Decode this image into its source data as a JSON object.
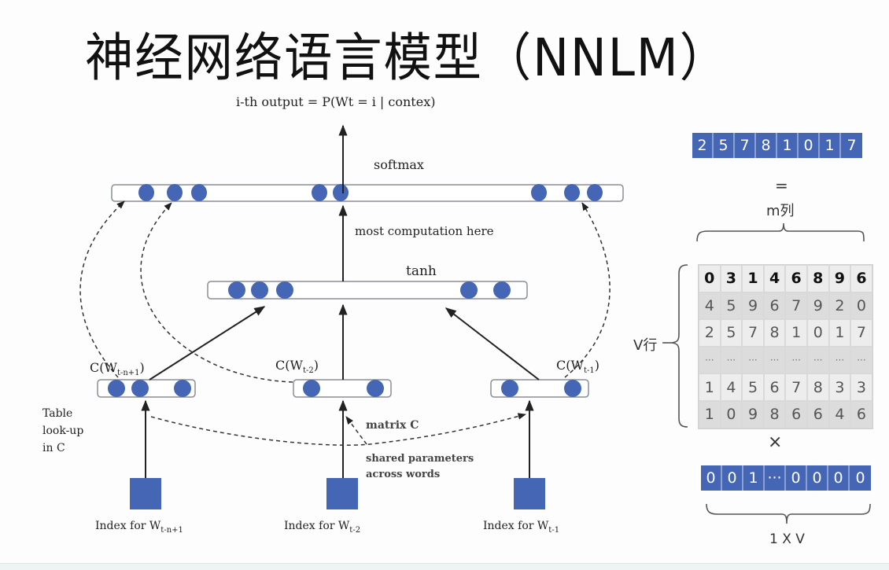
{
  "title": "神经网络语言模型（NNLM）",
  "diagram": {
    "output_formula": "i-th output = P(Wt = i | contex)",
    "softmax_label": "softmax",
    "computation_note": "most computation here",
    "tanh_label": "tanh",
    "embeddings": [
      {
        "label": "C(W",
        "sub": "t-n+1",
        "close": ")"
      },
      {
        "label": "C(W",
        "sub": "t-2",
        "close": ")"
      },
      {
        "label": "C(W",
        "sub": "t-1",
        "close": ")"
      }
    ],
    "lookup_note": [
      "Table",
      "look-up",
      "in C"
    ],
    "matrix_note": "matrix C",
    "shared_note": [
      "shared parameters",
      "across words"
    ],
    "inputs": [
      {
        "label": "Index for W",
        "sub": "t-n+1"
      },
      {
        "label": "Index for W",
        "sub": "t-2"
      },
      {
        "label": "Index for W",
        "sub": "t-1"
      }
    ]
  },
  "right_panel": {
    "result_vector": [
      "2",
      "5",
      "7",
      "8",
      "1",
      "0",
      "1",
      "7"
    ],
    "equals": "=",
    "columns_label": "m列",
    "rows_label": "V行",
    "matrix": [
      [
        "0",
        "3",
        "1",
        "4",
        "6",
        "8",
        "9",
        "6"
      ],
      [
        "4",
        "5",
        "9",
        "6",
        "7",
        "9",
        "2",
        "0"
      ],
      [
        "2",
        "5",
        "7",
        "8",
        "1",
        "0",
        "1",
        "7"
      ],
      [
        "···",
        "···",
        "···",
        "···",
        "···",
        "···",
        "···",
        "···"
      ],
      [
        "1",
        "4",
        "5",
        "6",
        "7",
        "8",
        "3",
        "3"
      ],
      [
        "1",
        "0",
        "9",
        "8",
        "6",
        "6",
        "4",
        "6"
      ]
    ],
    "times": "×",
    "onehot_vector": [
      "0",
      "0",
      "1",
      "···",
      "0",
      "0",
      "0",
      "0"
    ],
    "onehot_label": "1 X V"
  },
  "colors": {
    "node_blue": "#4566b4",
    "box_border": "#8a8f96",
    "arrow": "#222222"
  }
}
